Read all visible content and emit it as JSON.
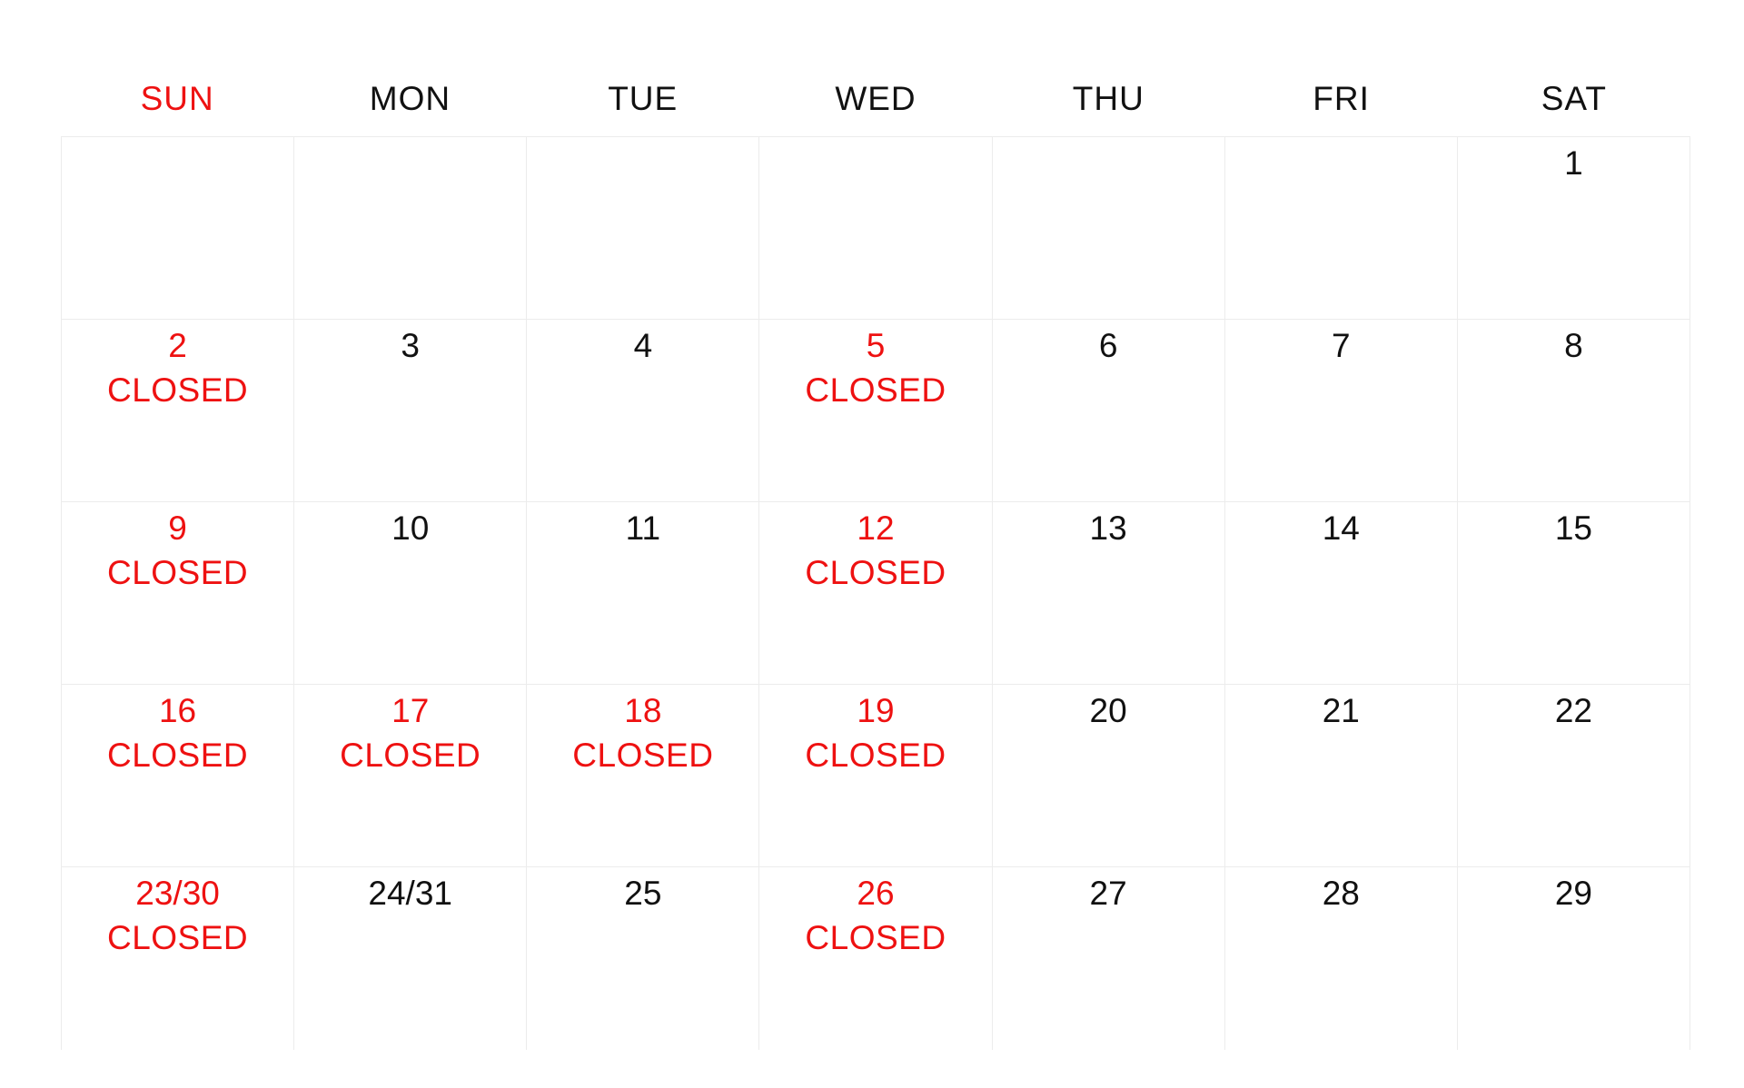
{
  "colors": {
    "closed": "#ee1111",
    "text": "#111111",
    "grid_line": "#ececec"
  },
  "weekdays": [
    {
      "label": "SUN",
      "highlight": true
    },
    {
      "label": "MON",
      "highlight": false
    },
    {
      "label": "TUE",
      "highlight": false
    },
    {
      "label": "WED",
      "highlight": false
    },
    {
      "label": "THU",
      "highlight": false
    },
    {
      "label": "FRI",
      "highlight": false
    },
    {
      "label": "SAT",
      "highlight": false
    }
  ],
  "weeks": [
    [
      {
        "day": "",
        "note": "",
        "closed": false
      },
      {
        "day": "",
        "note": "",
        "closed": false
      },
      {
        "day": "",
        "note": "",
        "closed": false
      },
      {
        "day": "",
        "note": "",
        "closed": false
      },
      {
        "day": "",
        "note": "",
        "closed": false
      },
      {
        "day": "",
        "note": "",
        "closed": false
      },
      {
        "day": "1",
        "note": "",
        "closed": false
      }
    ],
    [
      {
        "day": "2",
        "note": "CLOSED",
        "closed": true
      },
      {
        "day": "3",
        "note": "",
        "closed": false
      },
      {
        "day": "4",
        "note": "",
        "closed": false
      },
      {
        "day": "5",
        "note": "CLOSED",
        "closed": true
      },
      {
        "day": "6",
        "note": "",
        "closed": false
      },
      {
        "day": "7",
        "note": "",
        "closed": false
      },
      {
        "day": "8",
        "note": "",
        "closed": false
      }
    ],
    [
      {
        "day": "9",
        "note": "CLOSED",
        "closed": true
      },
      {
        "day": "10",
        "note": "",
        "closed": false
      },
      {
        "day": "11",
        "note": "",
        "closed": false
      },
      {
        "day": "12",
        "note": "CLOSED",
        "closed": true
      },
      {
        "day": "13",
        "note": "",
        "closed": false
      },
      {
        "day": "14",
        "note": "",
        "closed": false
      },
      {
        "day": "15",
        "note": "",
        "closed": false
      }
    ],
    [
      {
        "day": "16",
        "note": "CLOSED",
        "closed": true
      },
      {
        "day": "17",
        "note": "CLOSED",
        "closed": true
      },
      {
        "day": "18",
        "note": "CLOSED",
        "closed": true
      },
      {
        "day": "19",
        "note": "CLOSED",
        "closed": true
      },
      {
        "day": "20",
        "note": "",
        "closed": false
      },
      {
        "day": "21",
        "note": "",
        "closed": false
      },
      {
        "day": "22",
        "note": "",
        "closed": false
      }
    ],
    [
      {
        "day": "23/30",
        "note": "CLOSED",
        "closed": true
      },
      {
        "day": "24/31",
        "note": "",
        "closed": false
      },
      {
        "day": "25",
        "note": "",
        "closed": false
      },
      {
        "day": "26",
        "note": "CLOSED",
        "closed": true
      },
      {
        "day": "27",
        "note": "",
        "closed": false
      },
      {
        "day": "28",
        "note": "",
        "closed": false
      },
      {
        "day": "29",
        "note": "",
        "closed": false
      }
    ]
  ]
}
